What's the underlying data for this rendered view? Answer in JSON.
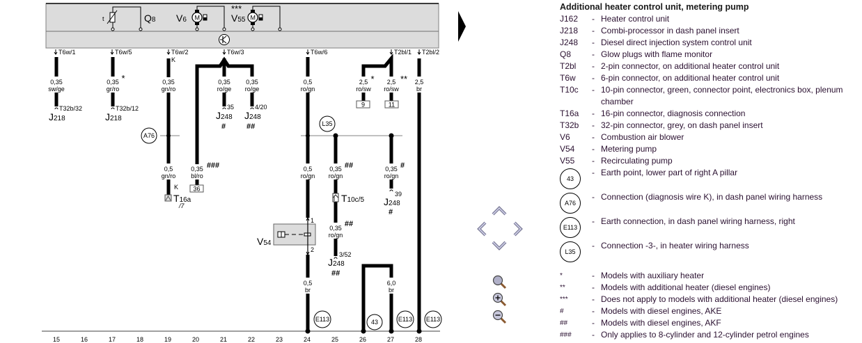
{
  "diagram": {
    "components": {
      "q8": {
        "letter": "Q",
        "sub": "8"
      },
      "v6": {
        "letter": "V",
        "sub": "6"
      },
      "v55": {
        "letter": "V",
        "sub": "55",
        "note": "***"
      },
      "v54": {
        "letter": "V",
        "sub": "54"
      },
      "thermo_t": "t",
      "motor_m": "M",
      "transistor": "K"
    },
    "pins": [
      {
        "id": "T6w/1",
        "label": "T6w/1"
      },
      {
        "id": "T6w/5",
        "label": "T6w/5"
      },
      {
        "id": "T6w/2",
        "label": "T6w/2",
        "extra": "K"
      },
      {
        "id": "T6w/3",
        "label": "T6w/3"
      },
      {
        "id": "T6w/6",
        "label": "T6w/6"
      },
      {
        "id": "T2bl/1",
        "label": "T2bl/1"
      },
      {
        "id": "T2bl/2",
        "label": "T2bl/2"
      }
    ],
    "wires": [
      {
        "size": "0,35",
        "color": "sw/ge",
        "note": ""
      },
      {
        "size": "0,35",
        "color": "gr/ro",
        "note": "*"
      },
      {
        "size": "0,35",
        "color": "gn/ro",
        "note": ""
      },
      {
        "size": "0,35",
        "color": "ro/ge",
        "note": ""
      },
      {
        "size": "0,35",
        "color": "ro/ge",
        "note": ""
      },
      {
        "size": "0,5",
        "color": "ro/gn",
        "note": ""
      },
      {
        "size": "2,5",
        "color": "ro/sw",
        "note": "*"
      },
      {
        "size": "2,5",
        "color": "ro/sw",
        "note": "**"
      },
      {
        "size": "2,5",
        "color": "br",
        "note": ""
      },
      {
        "size": "0,5",
        "color": "gn/ro",
        "note": ""
      },
      {
        "size": "0,35",
        "color": "bl/ro",
        "note": "###"
      },
      {
        "size": "0,5",
        "color": "ro/gn",
        "note": ""
      },
      {
        "size": "0,35",
        "color": "ro/gn",
        "note": "##"
      },
      {
        "size": "0,35",
        "color": "ro/gn",
        "note": "#"
      },
      {
        "size": "0,35",
        "color": "ro/gn",
        "note": "##"
      },
      {
        "size": "0,5",
        "color": "br",
        "note": ""
      },
      {
        "size": "6,0",
        "color": "br",
        "note": ""
      }
    ],
    "terminals": [
      {
        "pin": "T32b/32",
        "unit": "J",
        "unit_sub": "218",
        "note": ""
      },
      {
        "pin": "T32b/12",
        "unit": "J",
        "unit_sub": "218",
        "note": ""
      },
      {
        "pin": "35",
        "unit": "J",
        "unit_sub": "248",
        "note": "#"
      },
      {
        "pin": "4/20",
        "unit": "J",
        "unit_sub": "248",
        "note": "##"
      },
      {
        "pin": "39",
        "unit": "J",
        "unit_sub": "248",
        "note": "#"
      },
      {
        "pin": "3/52",
        "unit": "J",
        "unit_sub": "248",
        "note": "##"
      }
    ],
    "connectors": {
      "t16a": {
        "letter": "T",
        "sub": "16a",
        "pin": "/7",
        "k": "K"
      },
      "t10c": {
        "letter": "T",
        "sub": "10c/5"
      },
      "box_36": "36",
      "box_9": "9",
      "box_11": "11",
      "v54_pin1": "1",
      "v54_pin2": "2"
    },
    "circles": {
      "a76": "A76",
      "l35": "L35",
      "e113": "E113",
      "g43": "43"
    },
    "axis": [
      "15",
      "16",
      "17",
      "18",
      "19",
      "20",
      "21",
      "22",
      "23",
      "24",
      "25",
      "26",
      "27",
      "28"
    ]
  },
  "navigation": {
    "next_page_icon": "triangle-right",
    "pan_up": "chevron-up",
    "pan_left": "chevron-left",
    "pan_right": "chevron-right",
    "pan_down": "chevron-down",
    "zoom_reset": "magnifier",
    "zoom_in": "magnifier-plus",
    "zoom_out": "magnifier-minus"
  },
  "legend": {
    "title": "Additional heater control unit, metering pump",
    "items": [
      {
        "code": "J162",
        "desc": "Heater control unit"
      },
      {
        "code": "J218",
        "desc": "Combi-processor in dash panel insert"
      },
      {
        "code": "J248",
        "desc": "Diesel direct injection system control unit"
      },
      {
        "code": "Q8",
        "desc": "Glow plugs with flame monitor"
      },
      {
        "code": "T2bl",
        "desc": "2-pin connector, on additional heater control unit"
      },
      {
        "code": "T6w",
        "desc": "6-pin connector, on additional heater control unit"
      },
      {
        "code": "T10c",
        "desc": "10-pin connector, green, connector point, electronics box, plenum chamber"
      },
      {
        "code": "T16a",
        "desc": "16-pin connector, diagnosis connection"
      },
      {
        "code": "T32b",
        "desc": "32-pin connector, grey, on dash panel insert"
      },
      {
        "code": "V6",
        "desc": "Combustion air blower"
      },
      {
        "code": "V54",
        "desc": "Metering pump"
      },
      {
        "code": "V55",
        "desc": "Recirculating pump"
      }
    ],
    "circle_items": [
      {
        "code": "43",
        "desc": "Earth point, lower part of right A pillar"
      },
      {
        "code": "A76",
        "desc": "Connection (diagnosis wire K), in dash panel wiring harness"
      },
      {
        "code": "E113",
        "desc": "Earth connection, in dash panel wiring harness, right"
      },
      {
        "code": "L35",
        "desc": "Connection -3-, in heater wiring harness"
      }
    ],
    "symbol_items": [
      {
        "code": "*",
        "desc": "Models with auxiliary heater"
      },
      {
        "code": "**",
        "desc": "Models with additional heater (diesel engines)"
      },
      {
        "code": "***",
        "desc": "Does not apply to models with additional heater (diesel engines)"
      },
      {
        "code": "#",
        "desc": "Models with diesel engines, AKE"
      },
      {
        "code": "##",
        "desc": "Models with diesel engines, AKF"
      },
      {
        "code": "###",
        "desc": "Only applies to 8-cylinder and 12-cylinder petrol engines"
      }
    ]
  }
}
